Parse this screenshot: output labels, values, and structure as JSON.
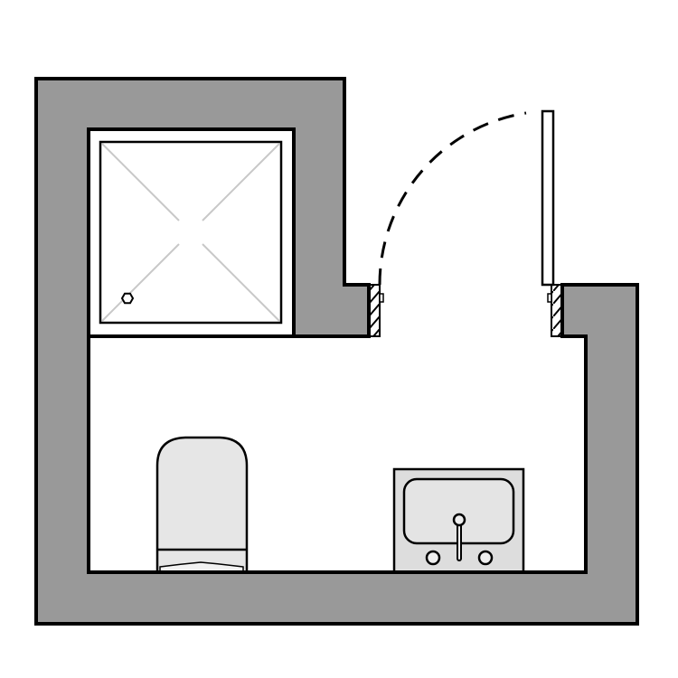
{
  "plan": {
    "rooms": [
      "bathroom"
    ],
    "fixtures": [
      "shower",
      "toilet",
      "sink",
      "door"
    ]
  },
  "colors": {
    "wall": "#999999",
    "line": "#000000",
    "fixture_fill": "#e6e6e6",
    "shower_lines": "#c8c8c8",
    "background": "#ffffff"
  }
}
